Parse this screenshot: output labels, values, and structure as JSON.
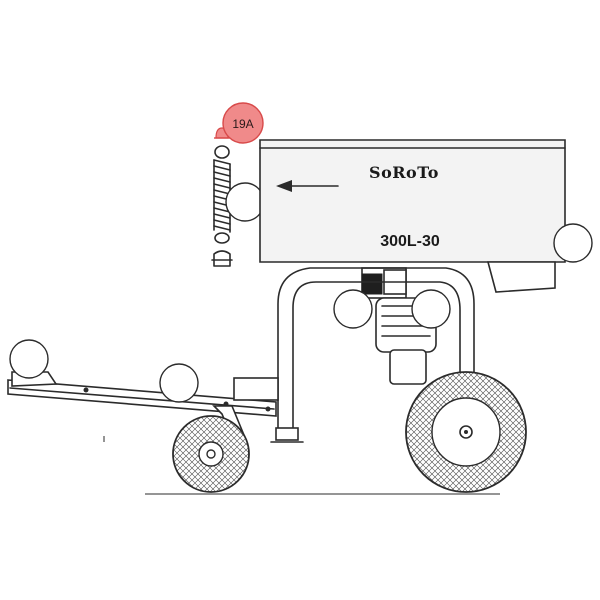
{
  "diagram": {
    "brand_label": "SoRoTo",
    "model_label": "300L-30",
    "highlight_tag": "19A",
    "highlight_color": "#f08a8a",
    "highlight_stroke": "#d84a4a",
    "line_color": "#2b2b2b"
  }
}
